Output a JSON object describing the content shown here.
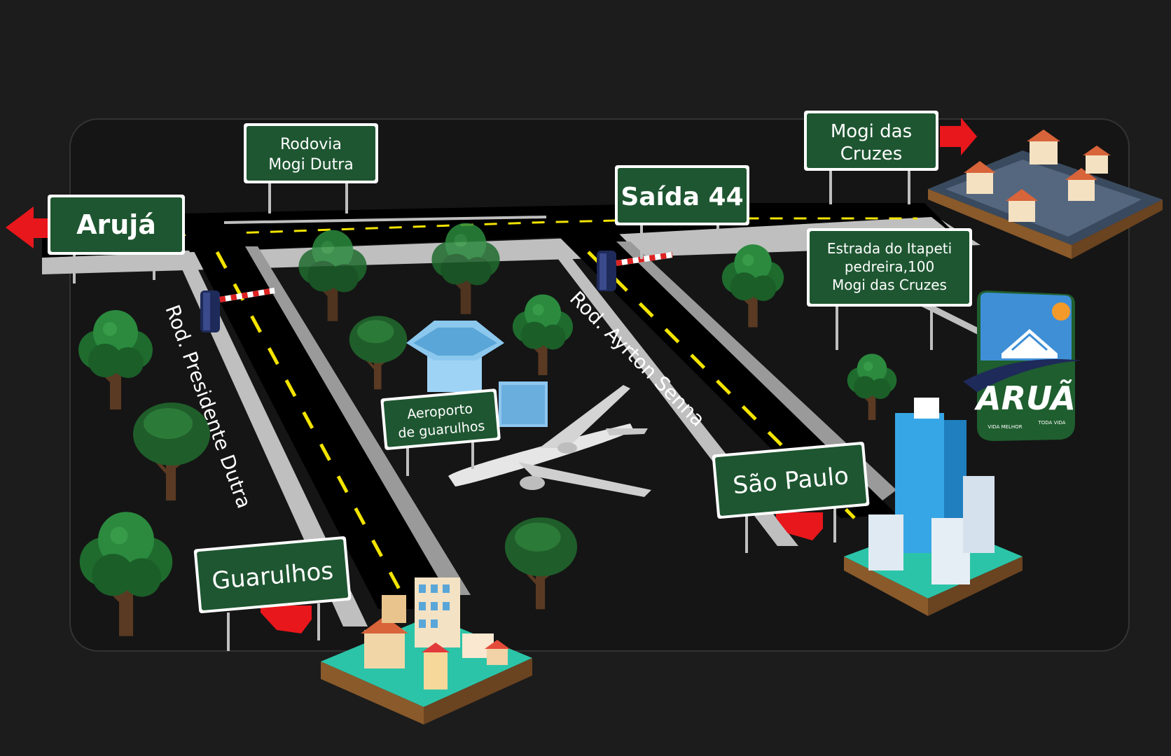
{
  "map": {
    "signs": {
      "aruja": "Arujá",
      "rodovia_line1": "Rodovia",
      "rodovia_line2": "Mogi Dutra",
      "saida": "Saída 44",
      "mogi_line1": "Mogi das",
      "mogi_line2": "Cruzes",
      "estrada_line1": "Estrada do Itapeti",
      "estrada_line2": "pedreira,100",
      "estrada_line3": "Mogi das Cruzes",
      "aeroporto_line1": "Aeroporto",
      "aeroporto_line2": "de guarulhos",
      "sao_paulo": "São Paulo",
      "guarulhos": "Guarulhos"
    },
    "roads": {
      "dutra": "Rod. Presidente Dutra",
      "ayrton": "Rod. Ayrton Senna"
    },
    "brand": {
      "logo_text": "ARUÃ",
      "tagline_left": "VIDA MELHOR",
      "tagline_right": "TODA VIDA"
    },
    "colors": {
      "background": "#1c1c1c",
      "sign_green": "#1e5631",
      "arrow_red": "#e8171c",
      "road": "#000000",
      "lane_mark": "#f2e400"
    }
  }
}
